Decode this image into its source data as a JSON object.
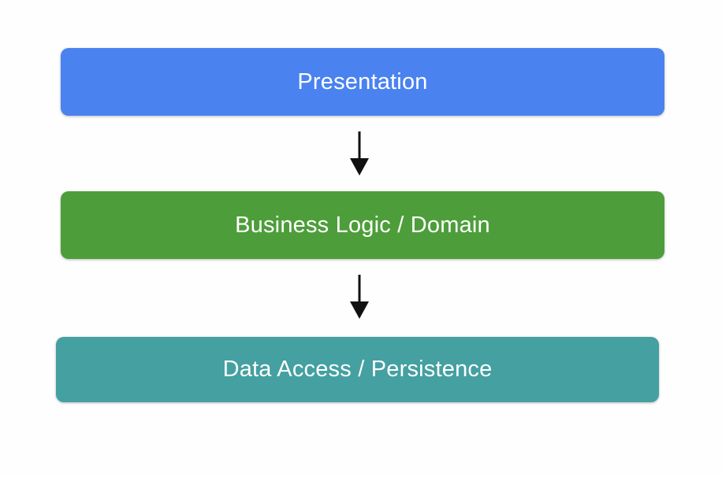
{
  "diagram": {
    "layers": [
      {
        "label": "Presentation",
        "color": "#4a82f0"
      },
      {
        "label": "Business Logic / Domain",
        "color": "#4d9e3a"
      },
      {
        "label": "Data Access / Persistence",
        "color": "#44a0a1"
      }
    ],
    "arrow_color": "#111111",
    "text_color": "#ffffff",
    "background_color": "#fefefe"
  }
}
